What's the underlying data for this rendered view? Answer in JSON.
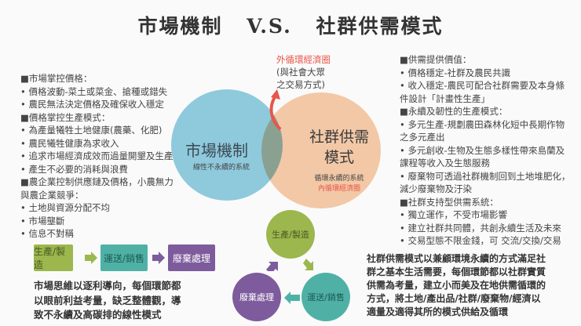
{
  "title": "市場機制   V.S.   社群供需模式",
  "left_list": [
    "■市場掌控價格：",
    "• 價格波動-菜土或菜金、搶種或錯失",
    "• 農民無法決定價格及確保收入穩定",
    "■價格掌控生產模式：",
    "• 為產量犧牲土地健康(農藥、化肥)",
    "• 農民犧牲健康為求收入",
    "• 追求市場經濟成效而過量開墾及生產",
    "• 產生不必要的消耗與浪費",
    "■農企業控制供應鏈及價格，小農無力",
    "與農企業競爭：",
    "• 土地與資源分配不均",
    "• 市場壟斷",
    "• 信息不對稱"
  ],
  "right_list": [
    "■供需提供價值：",
    "• 價格穩定-社群及農民共識",
    "• 收入穩定-農民可配合社群需要及本身條",
    "件設計「計畫性生產」",
    "■永續及韌性的生產模式：",
    "• 多元生產-規劃農田森林化短中長期作物",
    "之多元產出",
    "• 多元創收-生物及生態多樣性帶來島蘭及",
    "課程等收入及生態服務",
    "• 廢棄物可透過社群機制回到土地堆肥化，",
    "減少廢棄物及汙染",
    "■社群支持型供需系統：",
    "• 獨立運作，不受市場影響",
    "• 建立社群共同體，共創永續生活及未來",
    "• 交易型態不限金錢，可 交流/交換/交易"
  ],
  "venn": {
    "outer_title": "外循環經濟圈",
    "outer_sub1": "(與社會大眾",
    "outer_sub2": "之交易方式)",
    "market_title": "市場機制",
    "market_sub": "線性不永續的系統",
    "community_title1": "社群供需",
    "community_title2": "模式",
    "community_sub": "循環永續的系統",
    "community_inner": "內循環經濟圈"
  },
  "linear": [
    "生產/製造",
    "運送/銷售",
    "廢棄處理"
  ],
  "cycle": [
    "生產/製造",
    "運送/銷售",
    "廢棄處理"
  ],
  "left_note": [
    "市場思維以逐利導向，每個環節都",
    "以眼前利益考量，缺乏整體觀，導",
    "致不永續及高碳排的線性模式"
  ],
  "right_note": [
    "社群供需模式以兼顧環境永續的方式滿足社",
    "群之基本生活需要，每個環節都以社群實質",
    "供需為考量，建立小而美及在地供需循環的",
    "方式，將土地/產出品/社群/廢棄物/經濟以",
    "適量及適得其所的模式供給及循環"
  ],
  "colors": {
    "blue": "#8fc9dc",
    "orange": "#f6c39a",
    "green": "#9cb74e",
    "teal": "#4fb1a6",
    "purple": "#7d5b9c",
    "red": "#e8554a"
  }
}
